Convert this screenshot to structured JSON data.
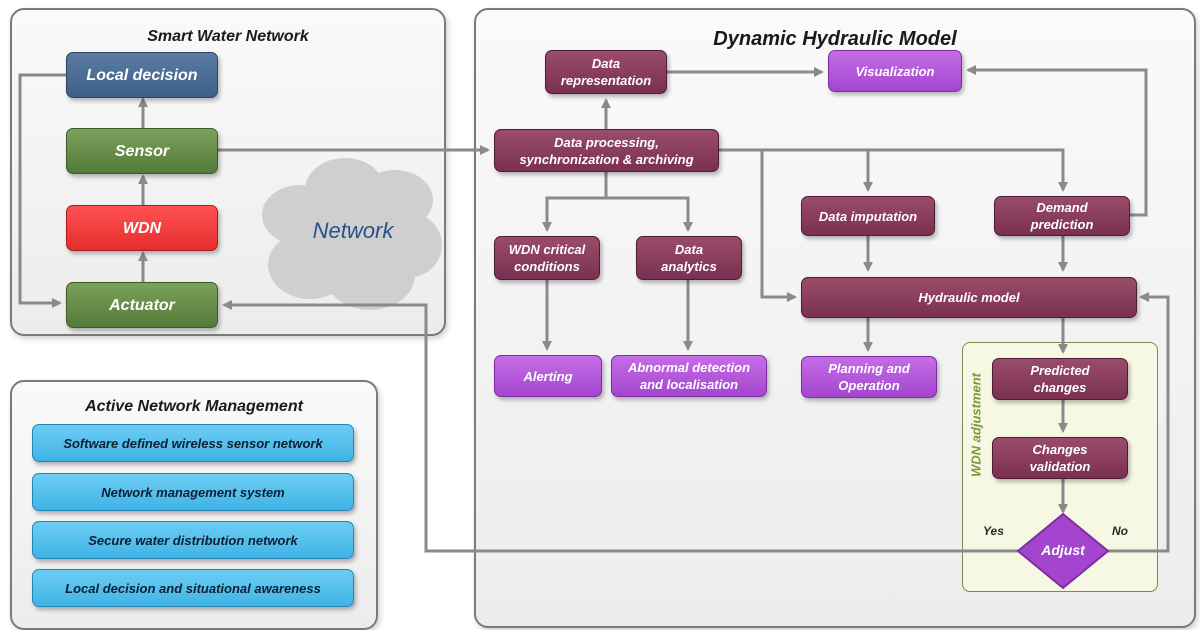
{
  "panels": {
    "smart_water": "Smart Water Network",
    "dynamic_model": "Dynamic Hydraulic Model",
    "active_mgmt": "Active Network Management"
  },
  "smart": {
    "local_decision": "Local decision",
    "sensor": "Sensor",
    "wdn": "WDN",
    "actuator": "Actuator",
    "network": "Network"
  },
  "ann": {
    "items": [
      "Software defined wireless sensor network",
      "Network management system",
      "Secure water distribution network",
      "Local decision and situational awareness"
    ]
  },
  "model": {
    "data_representation": "Data representation",
    "visualization": "Visualization",
    "data_processing": "Data processing, synchronization & archiving",
    "wdn_critical": "WDN critical conditions",
    "data_analytics": "Data analytics",
    "data_imputation": "Data imputation",
    "demand_prediction": "Demand prediction",
    "hydraulic_model": "Hydraulic model",
    "alerting": "Alerting",
    "abnormal_detection": "Abnormal detection and localisation",
    "planning": "Planning and Operation",
    "predicted_changes": "Predicted changes",
    "changes_validation": "Changes validation",
    "adjust": "Adjust",
    "yes": "Yes",
    "no": "No",
    "wdn_adjustment": "WDN adjustment"
  },
  "colors": {
    "maroon": "#7a3050",
    "magenta": "#a445cf",
    "green": "#547a3a",
    "blue": "#3e5f86",
    "red": "#e62d2d",
    "cyan": "#3fb4e6",
    "arrow": "#8a8a8a"
  }
}
